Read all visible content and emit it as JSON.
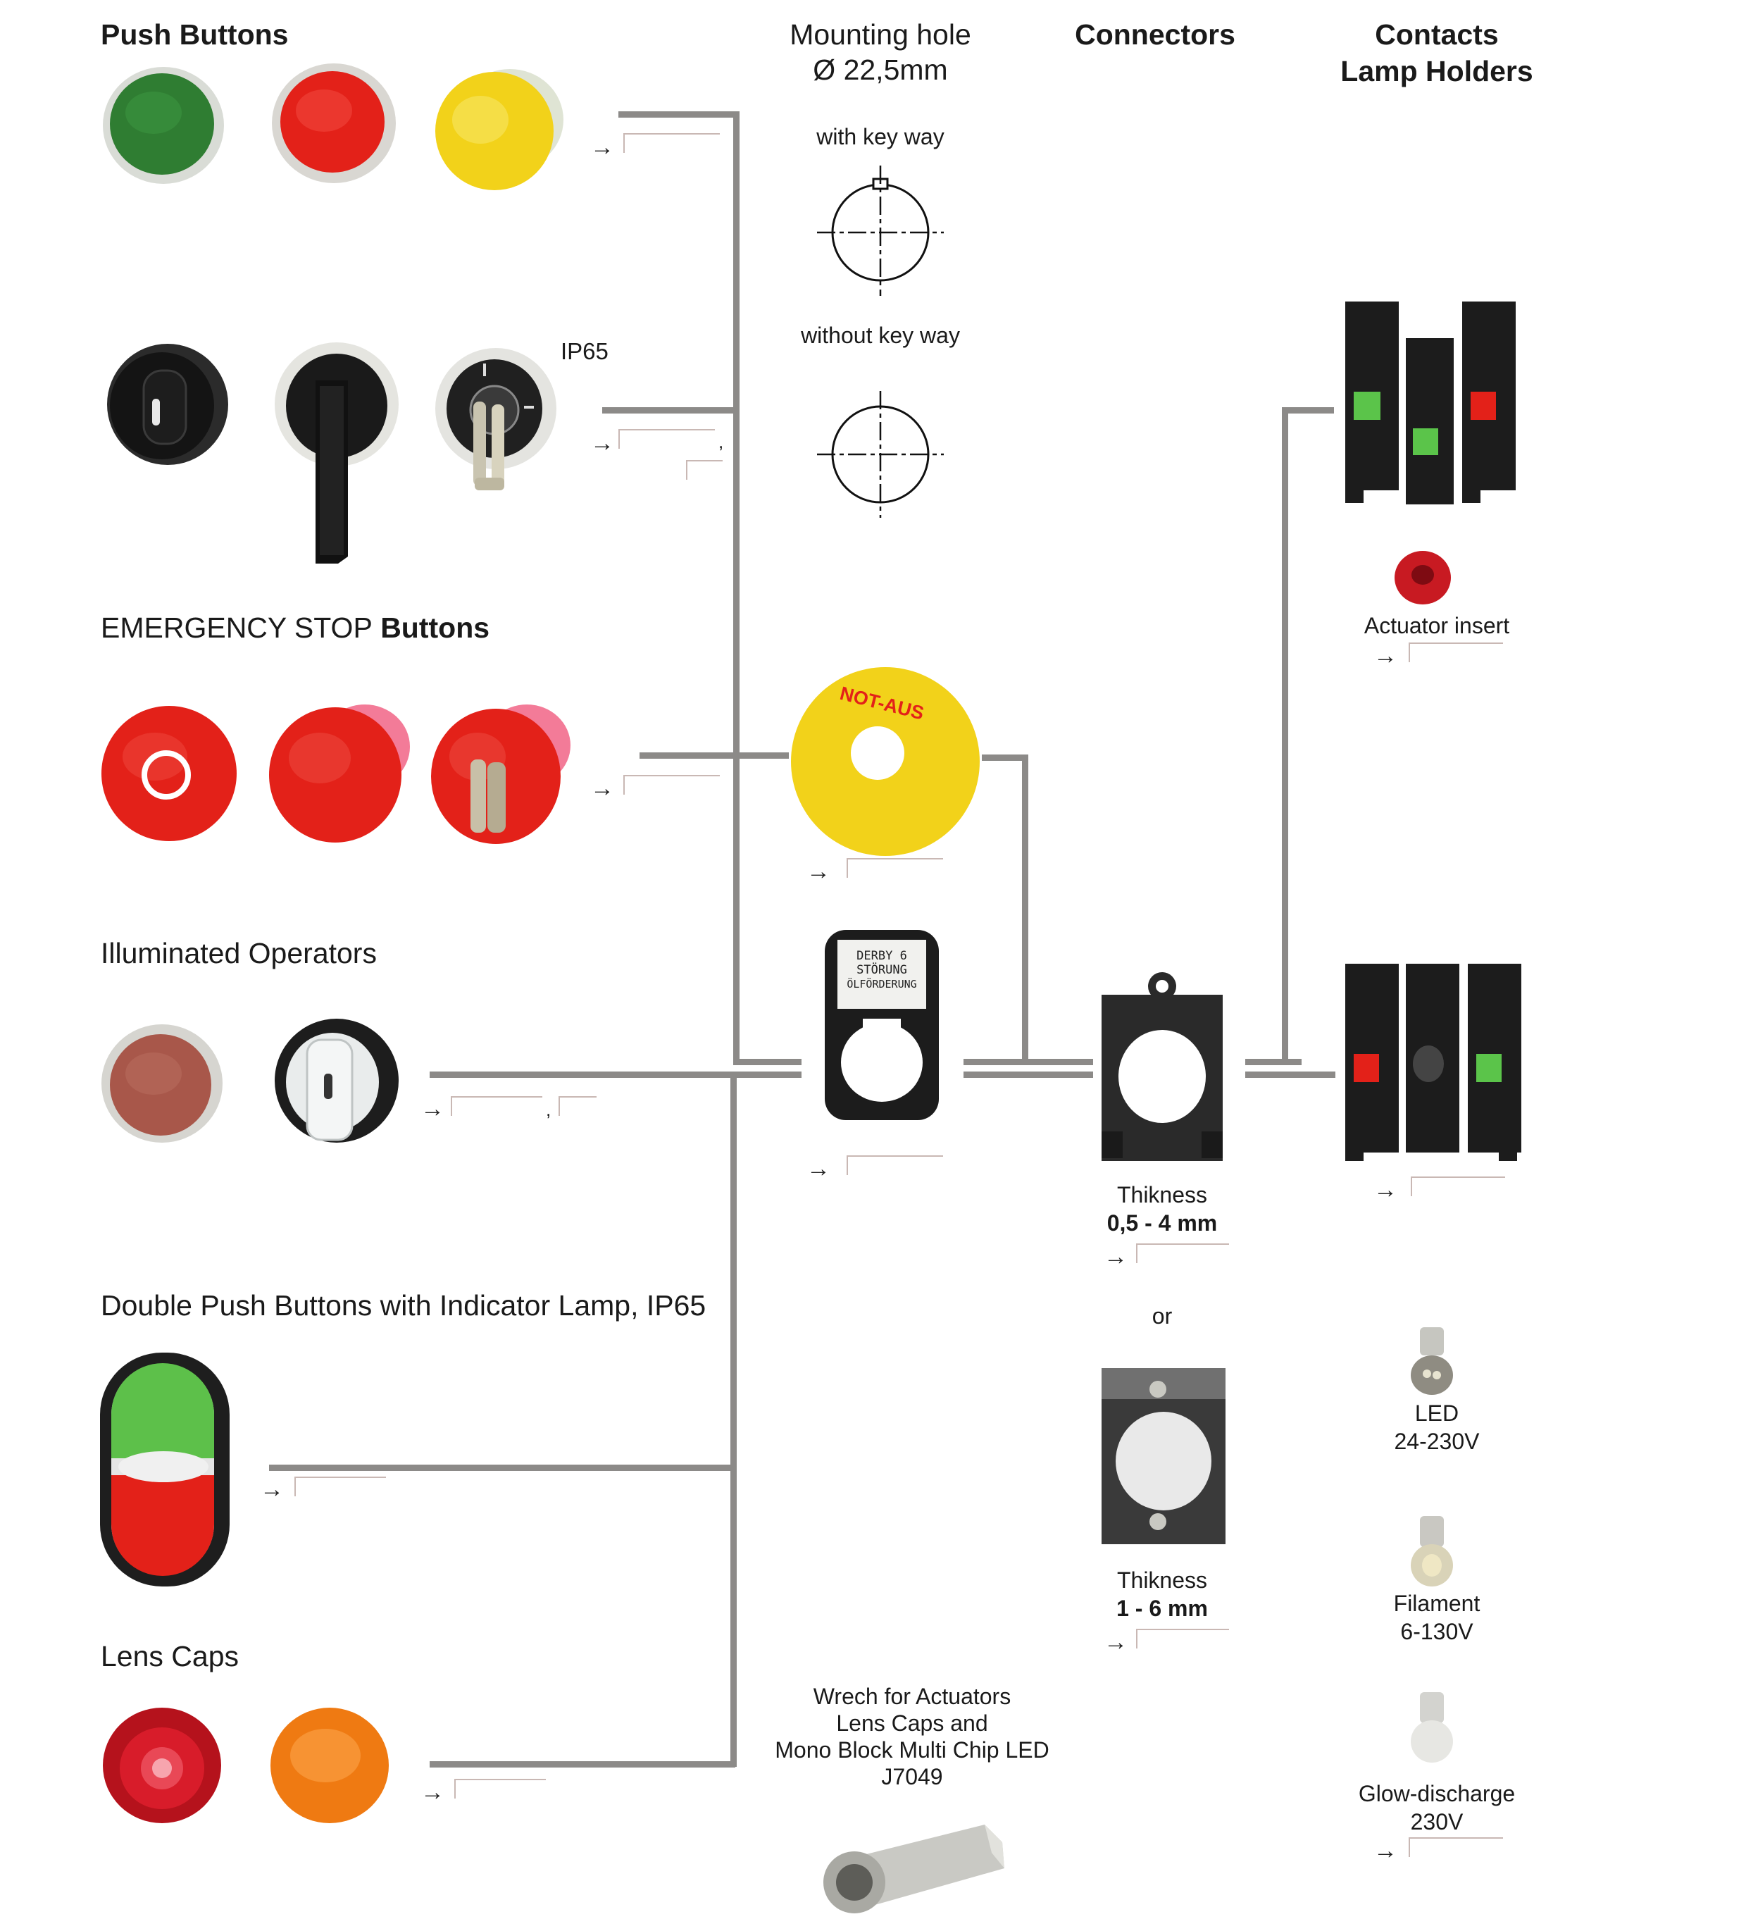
{
  "columns": {
    "push_buttons": "Push Buttons",
    "mounting_hole": "Mounting hole",
    "mounting_diameter": "Ø 22,5mm",
    "connectors": "Connectors",
    "contacts": "Contacts",
    "lamp_holders": "Lamp Holders"
  },
  "mounting": {
    "with_key": "with key way",
    "without_key": "without key way"
  },
  "sections": {
    "ip65": "IP65",
    "emergency_prefix": "EMERGENCY STOP",
    "emergency_suffix": " Buttons",
    "illuminated": "Illuminated Operators",
    "double_push": "Double Push Buttons with Indicator Lamp, IP65",
    "lens_caps": "Lens Caps"
  },
  "plates": {
    "estop_text": "NOT-AUS",
    "legend_lines": [
      "DERBY 6",
      "STÖRUNG",
      "ÖLFÖRDERUNG"
    ]
  },
  "connectors": {
    "thickness_label": "Thikness",
    "thin_range": "0,5 - 4 mm",
    "or": "or",
    "thick_range": "1 - 6 mm"
  },
  "contacts": {
    "actuator_insert": "Actuator insert"
  },
  "lamps": {
    "led": "LED",
    "led_volt": "24-230V",
    "filament": "Filament",
    "filament_volt": "6-130V",
    "glow": "Glow-discharge",
    "glow_volt": "230V"
  },
  "wrench": {
    "line1": "Wrech for Actuators",
    "line2": "Lens Caps and",
    "line3": "Mono Block Multi Chip LED",
    "line4": "J7049"
  },
  "arrow_symbol": "→",
  "separator_comma": ",",
  "colors": {
    "connector_line": "#8c8a88",
    "reference_bracket": "#c9b8b4",
    "green": "#2f7d32",
    "red": "#e32119",
    "yellow": "#f2d21a",
    "black": "#1c1c1c"
  }
}
